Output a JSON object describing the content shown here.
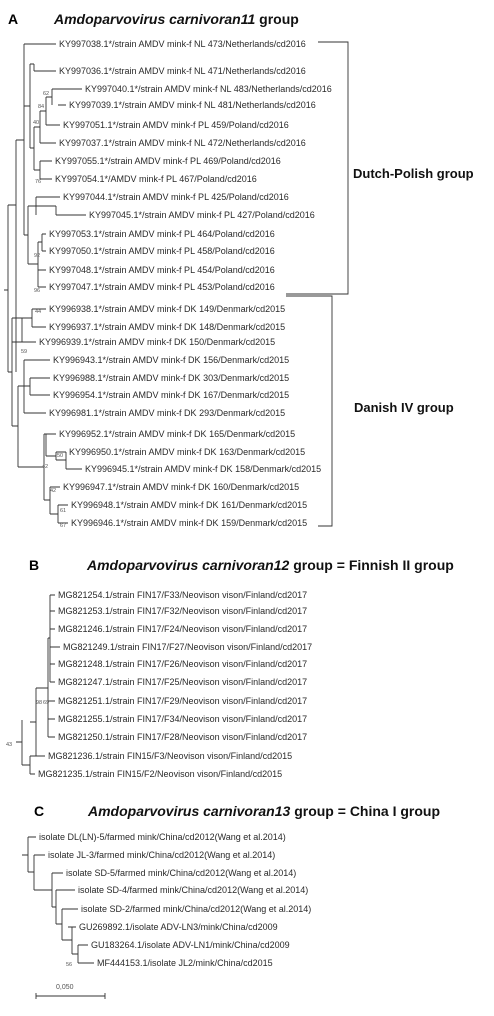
{
  "panels": [
    {
      "letter": "A",
      "title_italic": "Amdoparvovirus carnivoran",
      "title_number": "11",
      "title_suffix": " group",
      "groups": [
        "Dutch-Polish group",
        "Danish IV group"
      ],
      "leaves": [
        "KY997038.1*/strain AMDV mink-f NL 473/Netherlands/cd2016",
        "KY997036.1*/strain AMDV mink-f NL 471/Netherlands/cd2016",
        "KY997040.1*/strain AMDV mink-f NL 483/Netherlands/cd2016",
        "KY997039.1*/strain AMDV mink-f NL 481/Netherlands/cd2016",
        "KY997051.1*/strain AMDV mink-f PL 459/Poland/cd2016",
        "KY997037.1*/strain AMDV mink-f NL 472/Netherlands/cd2016",
        "KY997055.1*/strain AMDV mink-f PL 469/Poland/cd2016",
        "KY997054.1*/AMDV mink-f PL 467/Poland/cd2016",
        "KY997044.1*/strain AMDV mink-f PL 425/Poland/cd2016",
        "KY997045.1*/strain AMDV mink-f PL 427/Poland/cd2016",
        "KY997053.1*/strain AMDV mink-f PL 464/Poland/cd2016",
        "KY997050.1*/strain AMDV mink-f PL 458/Poland/cd2016",
        "KY997048.1*/strain AMDV mink-f PL 454/Poland/cd2016",
        "KY997047.1*/strain AMDV mink-f PL 453/Poland/cd2016",
        "KY996938.1*/strain AMDV mink-f DK 149/Denmark/cd2015",
        "KY996937.1*/strain AMDV mink-f DK 148/Denmark/cd2015",
        "KY996939.1*/strain AMDV mink-f DK 150/Denmark/cd2015",
        "KY996943.1*/strain AMDV mink-f DK 156/Denmark/cd2015",
        "KY996988.1*/strain AMDV mink-f DK 303/Denmark/cd2015",
        "KY996954.1*/strain AMDV mink-f DK 167/Denmark/cd2015",
        "KY996981.1*/strain AMDV mink-f DK 293/Denmark/cd2015",
        "KY996952.1*/strain AMDV mink-f DK 165/Denmark/cd2015",
        "KY996950.1*/strain AMDV mink-f DK 163/Denmark/cd2015",
        "KY996945.1*/strain AMDV mink-f DK 158/Denmark/cd2015",
        "KY996947.1*/strain AMDV mink-f DK 160/Denmark/cd2015",
        "KY996948.1*/strain AMDV mink-f DK 161/Denmark/cd2015",
        "KY996946.1*/strain AMDV mink-f DK 159/Denmark/cd2015"
      ],
      "bootstrap": [
        "62",
        "84",
        "40",
        "76",
        "92",
        "96",
        "44",
        "59",
        "50",
        "42",
        "42",
        "61",
        "67"
      ]
    },
    {
      "letter": "B",
      "title_italic": "Amdoparvovirus carnivoran",
      "title_number": "12",
      "title_suffix": " group = ",
      "title_extra": "Finnish II group",
      "leaves": [
        "MG821254.1/strain FIN17/F33/Neovison vison/Finland/cd2017",
        "MG821253.1/strain FIN17/F32/Neovison vison/Finland/cd2017",
        "MG821246.1/strain FIN17/F24/Neovison vison/Finland/cd2017",
        "MG821249.1/strain FIN17/F27/Neovison vison/Finland/cd2017",
        "MG821248.1/strain FIN17/F26/Neovison vison/Finland/cd2017",
        "MG821247.1/strain FIN17/F25/Neovison vison/Finland/cd2017",
        "MG821251.1/strain FIN17/F29/Neovison vison/Finland/cd2017",
        "MG821255.1/strain FIN17/F34/Neovison vison/Finland/cd2017",
        "MG821250.1/strain FIN17/F28/Neovison vison/Finland/cd2017",
        "MG821236.1/strain FIN15/F3/Neovison vison/Finland/cd2015",
        "MG821235.1/strain FIN15/F2/Neovison vison/Finland/cd2015"
      ],
      "bootstrap": [
        "98",
        "69",
        "43"
      ]
    },
    {
      "letter": "C",
      "title_italic": "Amdoparvovirus carnivoran",
      "title_number": "13",
      "title_suffix": " group = ",
      "title_extra": "China I group",
      "leaves": [
        "isolate DL(LN)-5/farmed mink/China/cd2012(Wang et al.2014)",
        "isolate JL-3/farmed mink/China/cd2012(Wang et al.2014)",
        "isolate SD-5/farmed mink/China/cd2012(Wang et al.2014)",
        "isolate SD-4/farmed mink/China/cd2012(Wang et al.2014)",
        "isolate SD-2/farmed mink/China/cd2012(Wang et al.2014)",
        "GU269892.1/isolate ADV-LN3/mink/China/cd2009",
        "GU183264.1/isolate ADV-LN1/mink/China/cd2009",
        "MF444153.1/isolate JL2/mink/China/cd2015"
      ],
      "bootstrap": [
        "56"
      ]
    }
  ],
  "scale_bar": {
    "label": "0,050",
    "value": 0.05
  }
}
